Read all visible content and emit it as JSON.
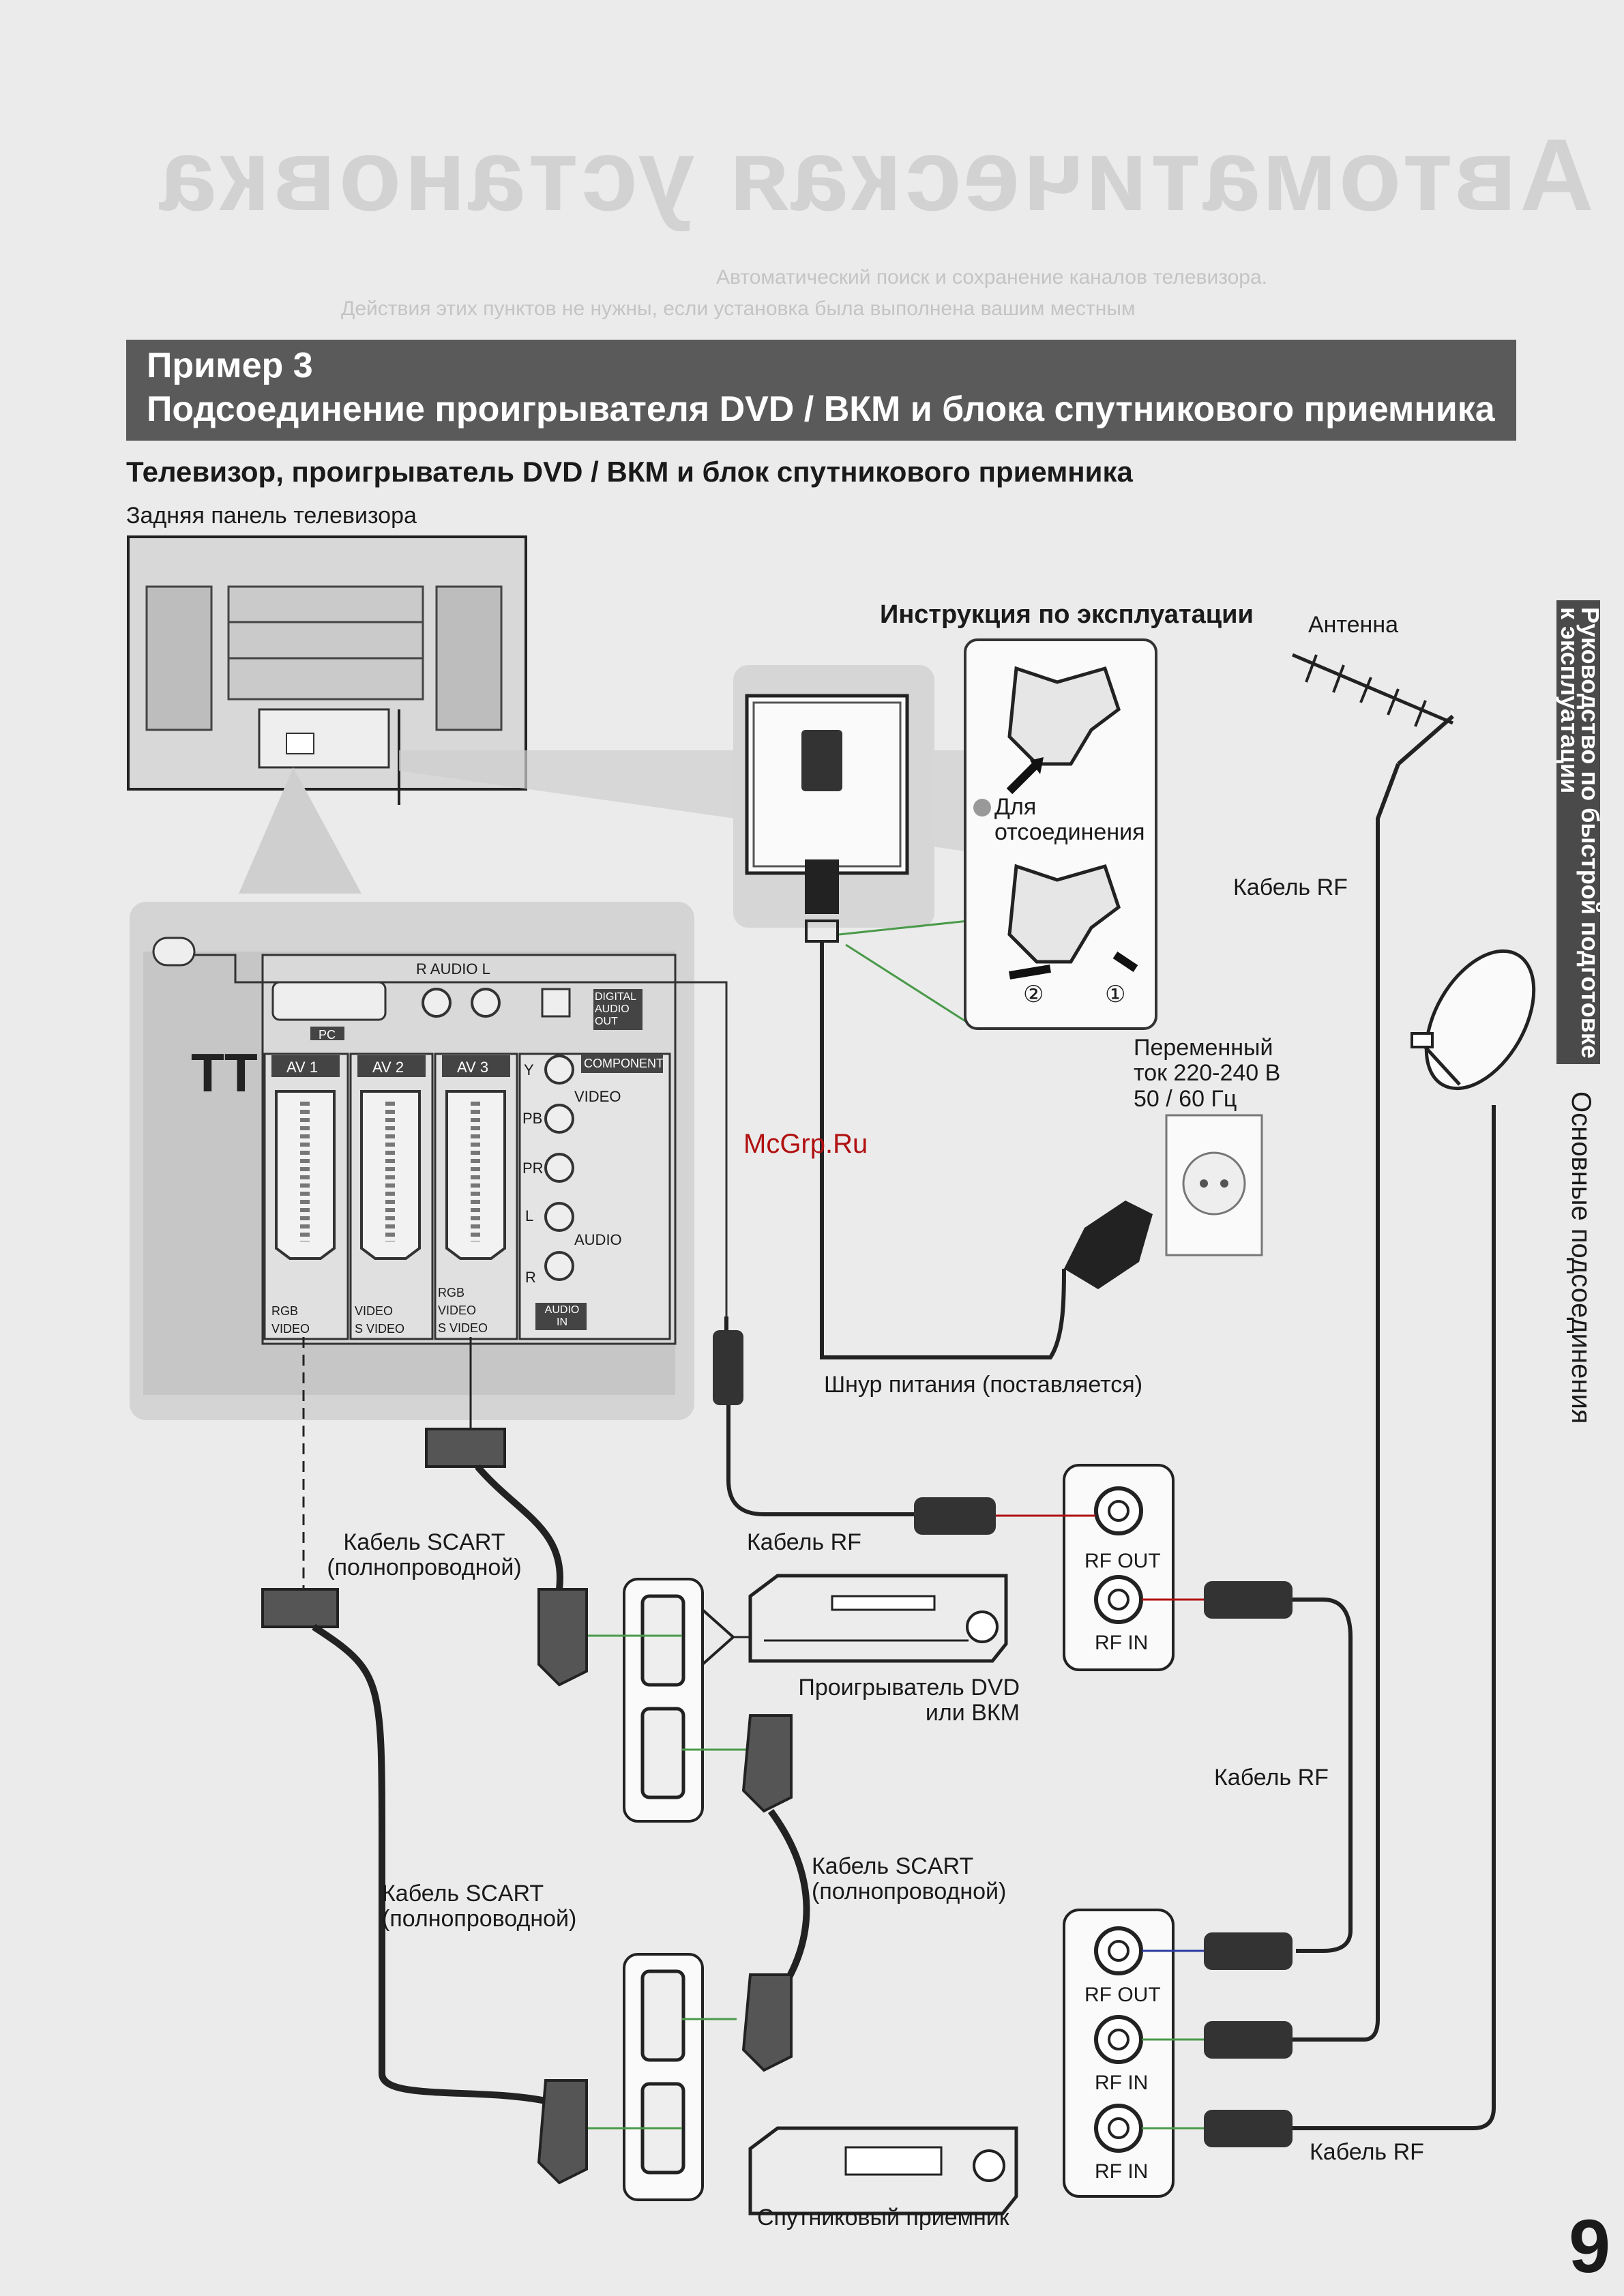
{
  "background": {
    "ghost_title": "Автоматическая установка",
    "ghost_lines": [
      "Автоматический поиск и сохранение каналов телевизора.",
      "Действия этих пунктов не нужны, если установка была выполнена вашим местным"
    ]
  },
  "header": {
    "example": "Пример 3",
    "title": "Подсоединение проигрывателя DVD / ВКМ и блока спутникового приемника"
  },
  "subtitle": "Телевизор, проигрыватель DVD / ВКМ и блок спутникового приемника",
  "tv_back_label": "Задняя панель телевизора",
  "panel": {
    "pc": "PC",
    "audio_rl": "R  AUDIO  L",
    "digital_audio_out": "DIGITAL AUDIO OUT",
    "av1": "AV 1",
    "av2": "AV 2",
    "av3": "AV 3",
    "component": "COMPONENT",
    "y": "Y",
    "pb": "PB",
    "pr": "PR",
    "video": "VIDEO",
    "l": "L",
    "audio": "AUDIO",
    "r": "R",
    "audio_in": "AUDIO IN",
    "av1_rgb": "RGB",
    "av1_video": "VIDEO",
    "av2_video": "VIDEO",
    "av2_svideo": "S VIDEO",
    "av3_rgb": "RGB",
    "av3_video": "VIDEO",
    "av3_svideo": "S VIDEO"
  },
  "instructions": {
    "title": "Инструкция по эксплуатации",
    "disconnect": "Для отсоединения",
    "step1": "①",
    "step2": "②"
  },
  "antenna_label": "Антенна",
  "rf_cable_top": "Кабель RF",
  "ac_power": "Переменный ток 220-240 В 50 / 60 Гц",
  "power_cord": "Шнур питания (поставляется)",
  "rf_cable_mid": "Кабель RF",
  "scart_cable_1": "Кабель SCART (полнопроводной)",
  "scart_cable_2": "Кабель SCART (полнопроводной)",
  "scart_cable_3": "Кабель SCART (полнопроводной)",
  "dvd_recorder": "Проигрыватель DVD или ВКМ",
  "rf_cable_right": "Кабель RF",
  "rf_cable_bottom": "Кабель RF",
  "satellite_receiver": "Спутниковый приемник",
  "rf": {
    "rf_out_1": "RF OUT",
    "rf_in_1": "RF IN",
    "rf_out_2": "RF OUT",
    "rf_in_2": "RF IN",
    "rf_in_3": "RF IN"
  },
  "side_tab": "Руководство по быстрой подготовке к эксплуатации",
  "side_text": "Основные подсоединения",
  "watermark": "McGrp.Ru",
  "page_number": "9",
  "colors": {
    "header_bg": "#5a5a5a",
    "panel_bg": "#d4d4d4",
    "line": "#222222",
    "green_line": "#4a9a4a",
    "red_line": "#b01010",
    "blue_line": "#2a3aa0"
  }
}
